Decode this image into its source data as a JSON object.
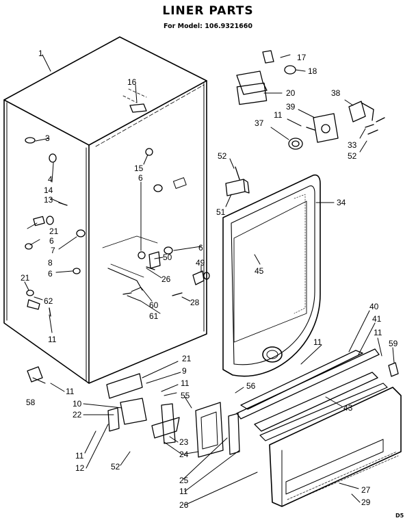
{
  "header": {
    "title": "LINER PARTS",
    "subtitle": "For Model: 106.9321660"
  },
  "page_code": "D5",
  "callouts": [
    "1",
    "3",
    "4",
    "14",
    "13",
    "21",
    "6",
    "7",
    "8",
    "6",
    "21",
    "62",
    "11",
    "16",
    "15",
    "6",
    "50",
    "26",
    "49",
    "6",
    "60",
    "61",
    "28",
    "52",
    "51",
    "34",
    "45",
    "17",
    "18",
    "20",
    "11",
    "39",
    "38",
    "37",
    "33",
    "52",
    "40",
    "41",
    "11",
    "59",
    "11",
    "43",
    "56",
    "21",
    "9",
    "11",
    "58",
    "11",
    "10",
    "22",
    "55",
    "11",
    "12",
    "52",
    "23",
    "24",
    "25",
    "11",
    "26",
    "27",
    "29"
  ]
}
